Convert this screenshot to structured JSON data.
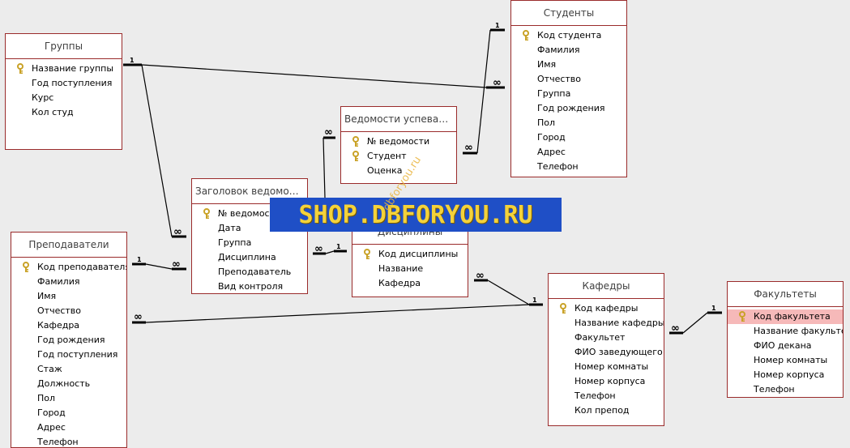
{
  "tables": [
    {
      "id": "gruppy",
      "title": "Группы",
      "fields": [
        {
          "label": "Название группы",
          "key": true
        },
        {
          "label": "Год поступления"
        },
        {
          "label": "Курс"
        },
        {
          "label": "Кол студ"
        }
      ]
    },
    {
      "id": "studenty",
      "title": "Студенты",
      "fields": [
        {
          "label": "Код студента",
          "key": true
        },
        {
          "label": "Фамилия"
        },
        {
          "label": "Имя"
        },
        {
          "label": "Отчество"
        },
        {
          "label": "Группа"
        },
        {
          "label": "Год рождения"
        },
        {
          "label": "Пол"
        },
        {
          "label": "Город"
        },
        {
          "label": "Адрес"
        },
        {
          "label": "Телефон"
        }
      ]
    },
    {
      "id": "vedomosti",
      "title": "Ведомости успеваемо...",
      "fields": [
        {
          "label": "№ ведомости",
          "key": true
        },
        {
          "label": "Студент",
          "key": true
        },
        {
          "label": "Оценка"
        }
      ]
    },
    {
      "id": "zagolovok",
      "title": "Заголовок ведомости",
      "fields": [
        {
          "label": "№ ведомости",
          "key": true
        },
        {
          "label": "Дата"
        },
        {
          "label": "Группа"
        },
        {
          "label": "Дисциплина"
        },
        {
          "label": "Преподаватель"
        },
        {
          "label": "Вид контроля"
        }
      ]
    },
    {
      "id": "discipliny",
      "title": "Дисциплины",
      "fields": [
        {
          "label": "Код дисциплины",
          "key": true
        },
        {
          "label": "Название"
        },
        {
          "label": "Кафедра"
        }
      ]
    },
    {
      "id": "prepodavateli",
      "title": "Преподаватели",
      "fields": [
        {
          "label": "Код преподавателя",
          "key": true
        },
        {
          "label": "Фамилия"
        },
        {
          "label": "Имя"
        },
        {
          "label": "Отчество"
        },
        {
          "label": "Кафедра"
        },
        {
          "label": "Год рождения"
        },
        {
          "label": "Год поступления"
        },
        {
          "label": "Стаж"
        },
        {
          "label": "Должность"
        },
        {
          "label": "Пол"
        },
        {
          "label": "Город"
        },
        {
          "label": "Адрес"
        },
        {
          "label": "Телефон"
        }
      ]
    },
    {
      "id": "kafedry",
      "title": "Кафедры",
      "fields": [
        {
          "label": "Код кафедры",
          "key": true
        },
        {
          "label": "Название кафедры"
        },
        {
          "label": "Факультет"
        },
        {
          "label": "ФИО заведующего"
        },
        {
          "label": "Номер комнаты"
        },
        {
          "label": "Номер корпуса"
        },
        {
          "label": "Телефон"
        },
        {
          "label": "Кол препод"
        }
      ]
    },
    {
      "id": "fakultety",
      "title": "Факультеты",
      "fields": [
        {
          "label": "Код факультета",
          "key": true,
          "selected": true
        },
        {
          "label": "Название факультета"
        },
        {
          "label": "ФИО декана"
        },
        {
          "label": "Номер комнаты"
        },
        {
          "label": "Номер корпуса"
        },
        {
          "label": "Телефон"
        }
      ]
    }
  ],
  "relations": [
    {
      "one": "1",
      "many": "∞"
    },
    {
      "one": "1",
      "many": "∞"
    },
    {
      "one": "1",
      "many": "∞"
    },
    {
      "one": "1",
      "many": "∞"
    },
    {
      "one": "1",
      "many": "∞"
    },
    {
      "one": "1",
      "many": "∞"
    },
    {
      "one": "1",
      "many": "∞"
    },
    {
      "one": "1",
      "many": "∞"
    }
  ],
  "watermark": {
    "text": "SHOP.DBFORYOU.RU",
    "diagonal": "dbforyou.ru"
  },
  "colors": {
    "table_border": "#9a2b2b",
    "background": "#ececec",
    "key_icon": "#c9a227",
    "selected_row": "#f6b9b9",
    "watermark_bg": "#1f4fc6",
    "watermark_text": "#f4d23a"
  },
  "icons": {
    "primary_key": "key-icon"
  }
}
